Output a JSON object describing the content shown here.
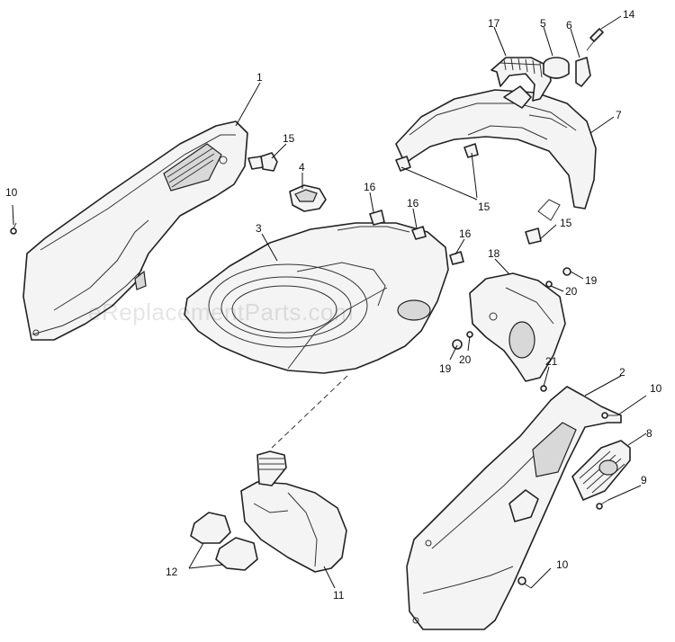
{
  "watermark": "eReplacementParts.com",
  "callouts": {
    "c1": "1",
    "c2": "2",
    "c3": "3",
    "c4": "4",
    "c5": "5",
    "c6": "6",
    "c7": "7",
    "c8": "8",
    "c9": "9",
    "c10a": "10",
    "c10b": "10",
    "c10c": "10",
    "c11": "11",
    "c12": "12",
    "c14": "14",
    "c15a": "15",
    "c15b": "15",
    "c15c": "15",
    "c16a": "16",
    "c16b": "16",
    "c16c": "16",
    "c17": "17",
    "c18": "18",
    "c19a": "19",
    "c19b": "19",
    "c20a": "20",
    "c20b": "20",
    "c21": "21"
  }
}
